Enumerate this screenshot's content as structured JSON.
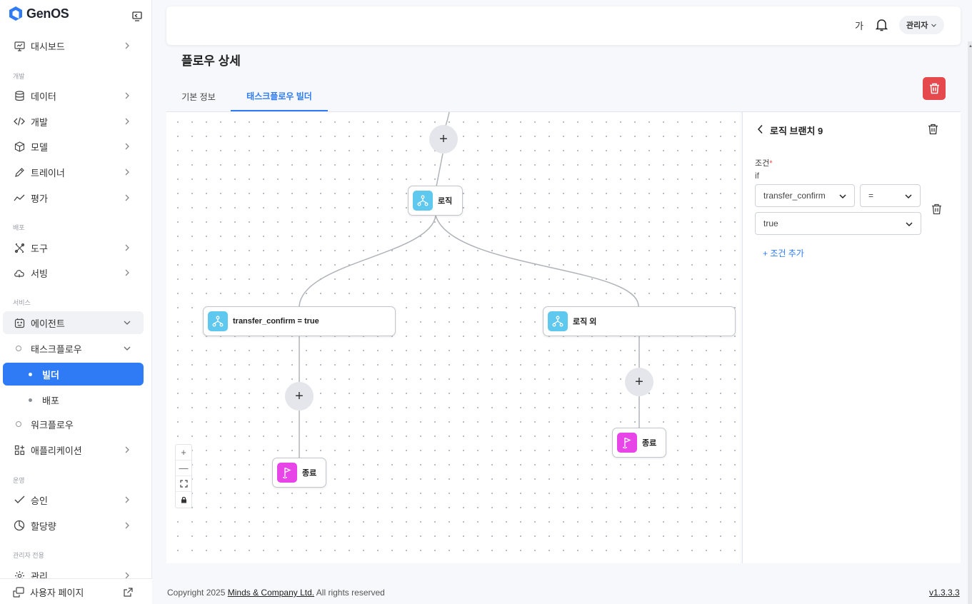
{
  "app": {
    "name": "GenOS",
    "brand_color": "#2f7bf5"
  },
  "sidebar": {
    "sections": {
      "dev": "개발",
      "deploy": "배포",
      "service": "서비스",
      "ops": "운영",
      "admin": "관리자 전용"
    },
    "items": {
      "dashboard": "대시보드",
      "data": "데이터",
      "develop": "개발",
      "model": "모델",
      "trainer": "트레이너",
      "eval": "평가",
      "tools": "도구",
      "serving": "서빙",
      "agent": "에이전트",
      "taskflow": "태스크플로우",
      "builder": "빌더",
      "deploy": "배포",
      "workflow": "워크플로우",
      "application": "애플리케이션",
      "approval": "승인",
      "quota": "할당량",
      "manage": "관리"
    },
    "footer": {
      "user_page": "사용자 페이지"
    }
  },
  "header": {
    "font_toggle": "가",
    "admin_label": "관리자"
  },
  "page": {
    "title": "플로우 상세",
    "tabs": {
      "basic": "기본 정보",
      "builder": "태스크플로우 빌더"
    }
  },
  "canvas": {
    "nodes": {
      "logic": "로직",
      "branch_true": "transfer_confirm = true",
      "branch_else": "로직 외",
      "end_left": "종료",
      "end_right": "종료"
    },
    "plus_symbol": "+",
    "zoom": {
      "in": "+",
      "out": "—"
    }
  },
  "panel": {
    "title": "로직 브랜치 9",
    "condition_label": "조건",
    "required_mark": "*",
    "if_label": "if",
    "field_value": "transfer_confirm",
    "operator_value": "=",
    "compare_value": "true",
    "add_condition": "+ 조건 추가"
  },
  "footer": {
    "copyright_prefix": "Copyright 2025 ",
    "company": "Minds & Company Ltd.",
    "copyright_suffix": " All rights reserved",
    "version": "v1.3.3.3"
  },
  "icons": [
    "monitor-icon",
    "database-icon",
    "code-icon",
    "cube-icon",
    "pen-icon",
    "chart-line-icon",
    "tools-icon",
    "cloud-icon",
    "robot-icon",
    "apps-icon",
    "check-icon",
    "pie-icon",
    "gear-icon",
    "user-page-icon",
    "external-link-icon",
    "bell-icon",
    "trash-icon",
    "logic-branch-icon",
    "flag-icon",
    "lock-icon",
    "expand-icon"
  ]
}
